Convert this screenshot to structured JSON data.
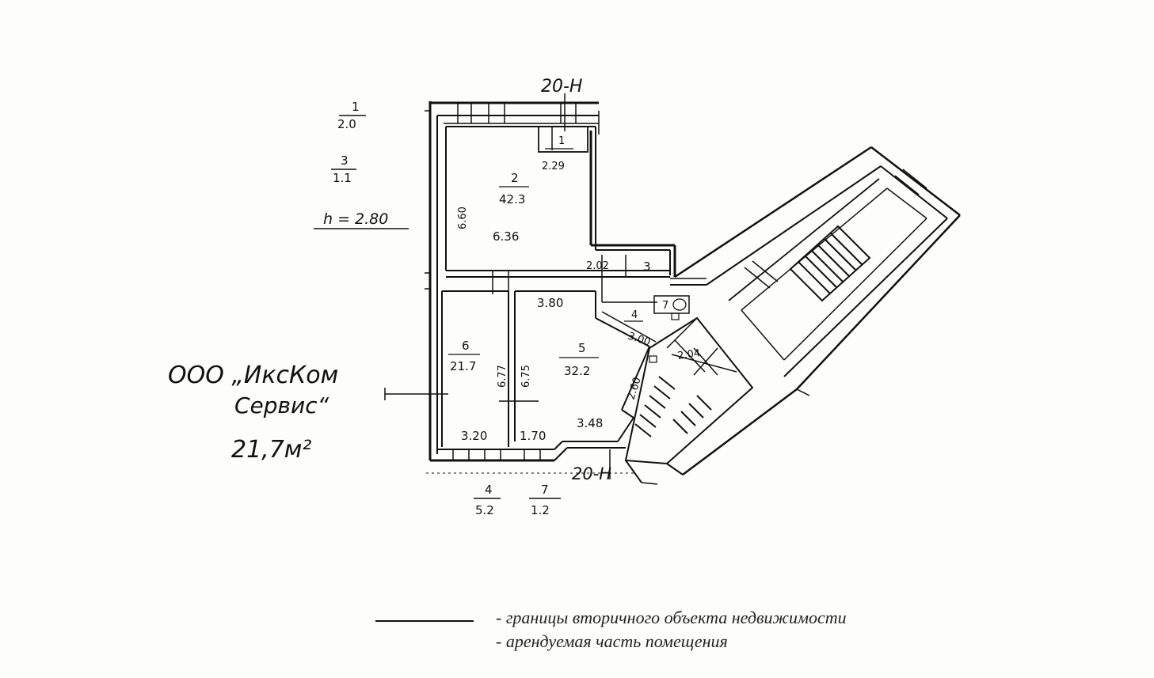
{
  "section_marks": {
    "top": "20-Н",
    "bottom": "20-Н"
  },
  "side_fractions": [
    {
      "num": "1",
      "den": "2.0"
    },
    {
      "num": "3",
      "den": "1.1"
    },
    {
      "num": "4",
      "den": "5.2"
    },
    {
      "num": "7",
      "den": "1.2"
    }
  ],
  "height_note": "h = 2.80",
  "rooms": [
    {
      "id": "1",
      "area": "2.29"
    },
    {
      "id": "2",
      "area": "42.3"
    },
    {
      "id": "3",
      "area": "2.02"
    },
    {
      "id": "4",
      "area": "3.00"
    },
    {
      "id": "5",
      "area": "32.2"
    },
    {
      "id": "6",
      "area": "21.7"
    },
    {
      "id": "7",
      "area": ""
    }
  ],
  "dimensions": {
    "room2_height": "6.60",
    "room2_width": "6.36",
    "room5_top": "3.80",
    "room6_height": "6.77",
    "room5_left": "6.75",
    "room5_bottom": "3.48",
    "room5_diag": "2.60",
    "room6_bottom": "3.20",
    "corridor_bottom": "1.70",
    "stair_width": "2.04"
  },
  "tenant_note": {
    "line1": "ООО „ИксКом",
    "line2": "Сервис“",
    "line3": "21,7м²"
  },
  "legend": [
    {
      "marker": "line",
      "text": "- границы вторичного объекта недвижимости"
    },
    {
      "marker": "none",
      "text": "- арендуемая часть помещения"
    }
  ]
}
